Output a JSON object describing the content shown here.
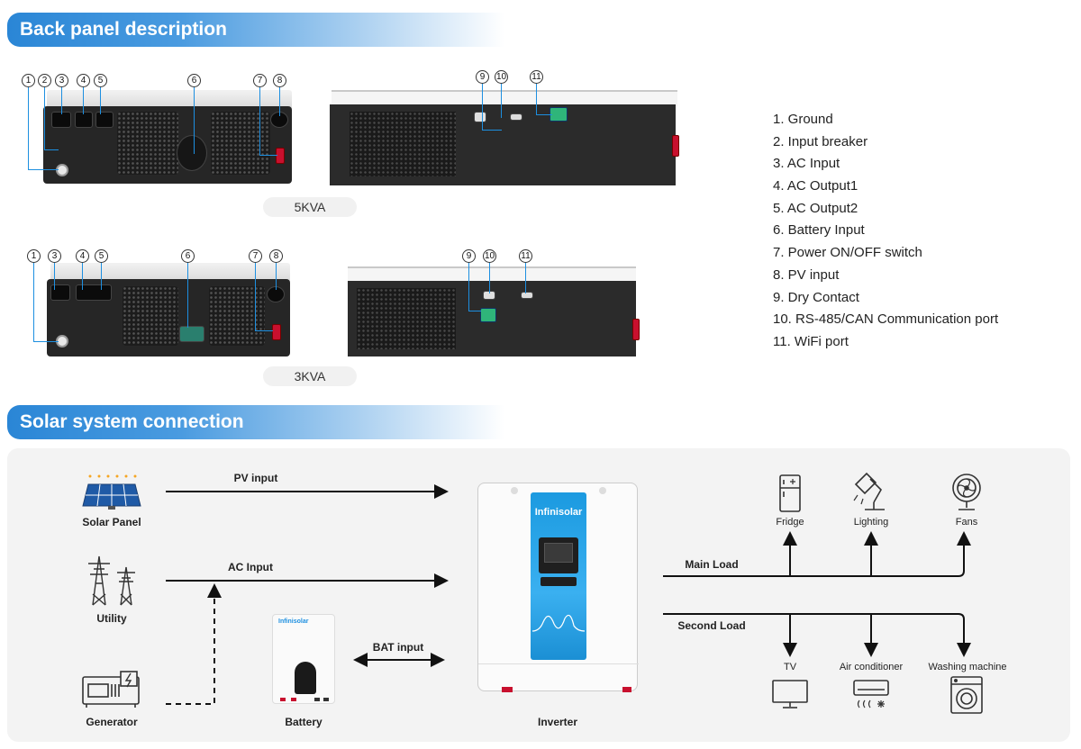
{
  "headers": {
    "back_panel": "Back panel description",
    "solar_system": "Solar system connection"
  },
  "models": {
    "kva5": "5KVA",
    "kva3": "3KVA"
  },
  "callouts": {
    "n1": "1",
    "n2": "2",
    "n3": "3",
    "n4": "4",
    "n5": "5",
    "n6": "6",
    "n7": "7",
    "n8": "8",
    "n9": "9",
    "n10": "10",
    "n11": "11"
  },
  "legend": [
    "1.   Ground",
    "2.   Input breaker",
    "3.   AC Input",
    "4.   AC Output1",
    "5.   AC Output2",
    "6.   Battery Input",
    "7.   Power ON/OFF switch",
    "8.   PV input",
    "9.   Dry Contact",
    "10. RS-485/CAN Communication port",
    "11. WiFi port"
  ],
  "sources": {
    "solar_panel": "Solar Panel",
    "utility": "Utility",
    "generator": "Generator",
    "battery": "Battery",
    "inverter": "Inverter"
  },
  "flows": {
    "pv_input": "PV input",
    "ac_input": "AC Input",
    "bat_input": "BAT input",
    "main_load": "Main Load",
    "second_load": "Second Load"
  },
  "loads": {
    "fridge": "Fridge",
    "lighting": "Lighting",
    "fans": "Fans",
    "tv": "TV",
    "air_conditioner": "Air conditioner",
    "washing_machine": "Washing machine"
  },
  "brand": {
    "inverter_logo": "Infinisolar",
    "battery_logo": "Infinisolar",
    "accent": "#1d8fe0"
  }
}
